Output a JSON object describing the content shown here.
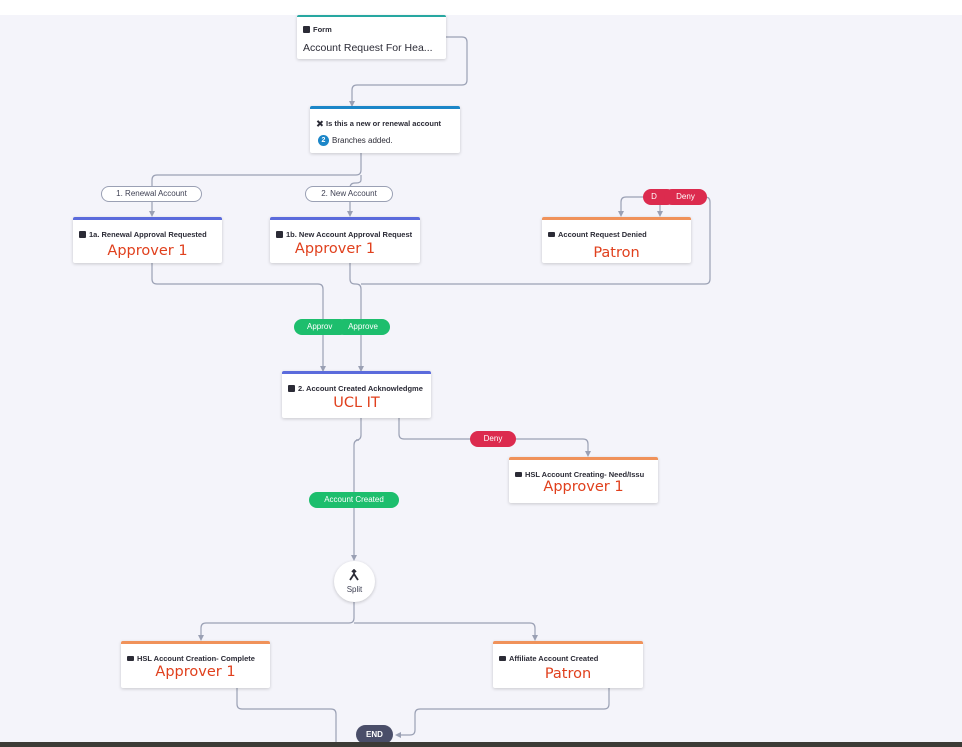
{
  "colors": {
    "background": "#f4f4fa",
    "edge": "#9aa0b4",
    "approval_bar": "#5b6bdc",
    "email_bar": "#f0925a",
    "form_bar": "#27a7a1",
    "condition_bar": "#1b86c8",
    "deny": "#dc2b4e",
    "approve": "#1dbe6d",
    "assignee_text": "#e0401d",
    "end_node": "#4a4e69"
  },
  "form_node": {
    "type_label": "Form",
    "title": "Account Request For Hea...",
    "icon": "form-icon"
  },
  "condition_node": {
    "title": "Is this a new or renewal account",
    "branch_count": "2",
    "branch_text": "Branches added.",
    "icon": "tools-icon"
  },
  "branches": {
    "renewal": "1. Renewal Account",
    "new": "2. New Account"
  },
  "nodes": {
    "renewal_approval": {
      "title": "1a. Renewal Approval Requested",
      "assignee": "Approver 1",
      "icon": "approval-icon"
    },
    "new_approval": {
      "title": "1b. New Account Approval Request",
      "assignee": "Approver 1",
      "icon": "approval-icon"
    },
    "request_denied": {
      "title": "Account Request Denied",
      "assignee": "Patron",
      "icon": "mail-icon"
    },
    "account_created_ack": {
      "title": "2. Account Created Acknowledgme",
      "assignee": "UCL IT",
      "icon": "approval-icon"
    },
    "hsl_need_issue": {
      "title": "HSL Account Creating- Need/Issu",
      "assignee": "Approver 1",
      "icon": "mail-icon"
    },
    "hsl_complete": {
      "title": "HSL Account Creation- Complete",
      "assignee": "Approver 1",
      "icon": "mail-icon"
    },
    "affiliate_created": {
      "title": "Affiliate Account Created",
      "assignee": "Patron",
      "icon": "mail-icon"
    }
  },
  "edge_labels": {
    "deny_partial": "D",
    "deny_1": "Deny",
    "approve_partial": "Approv",
    "approve_1": "Approve",
    "deny_2": "Deny",
    "account_created": "Account Created"
  },
  "split": {
    "label": "Split",
    "icon": "split-icon"
  },
  "end": {
    "label": "END"
  }
}
